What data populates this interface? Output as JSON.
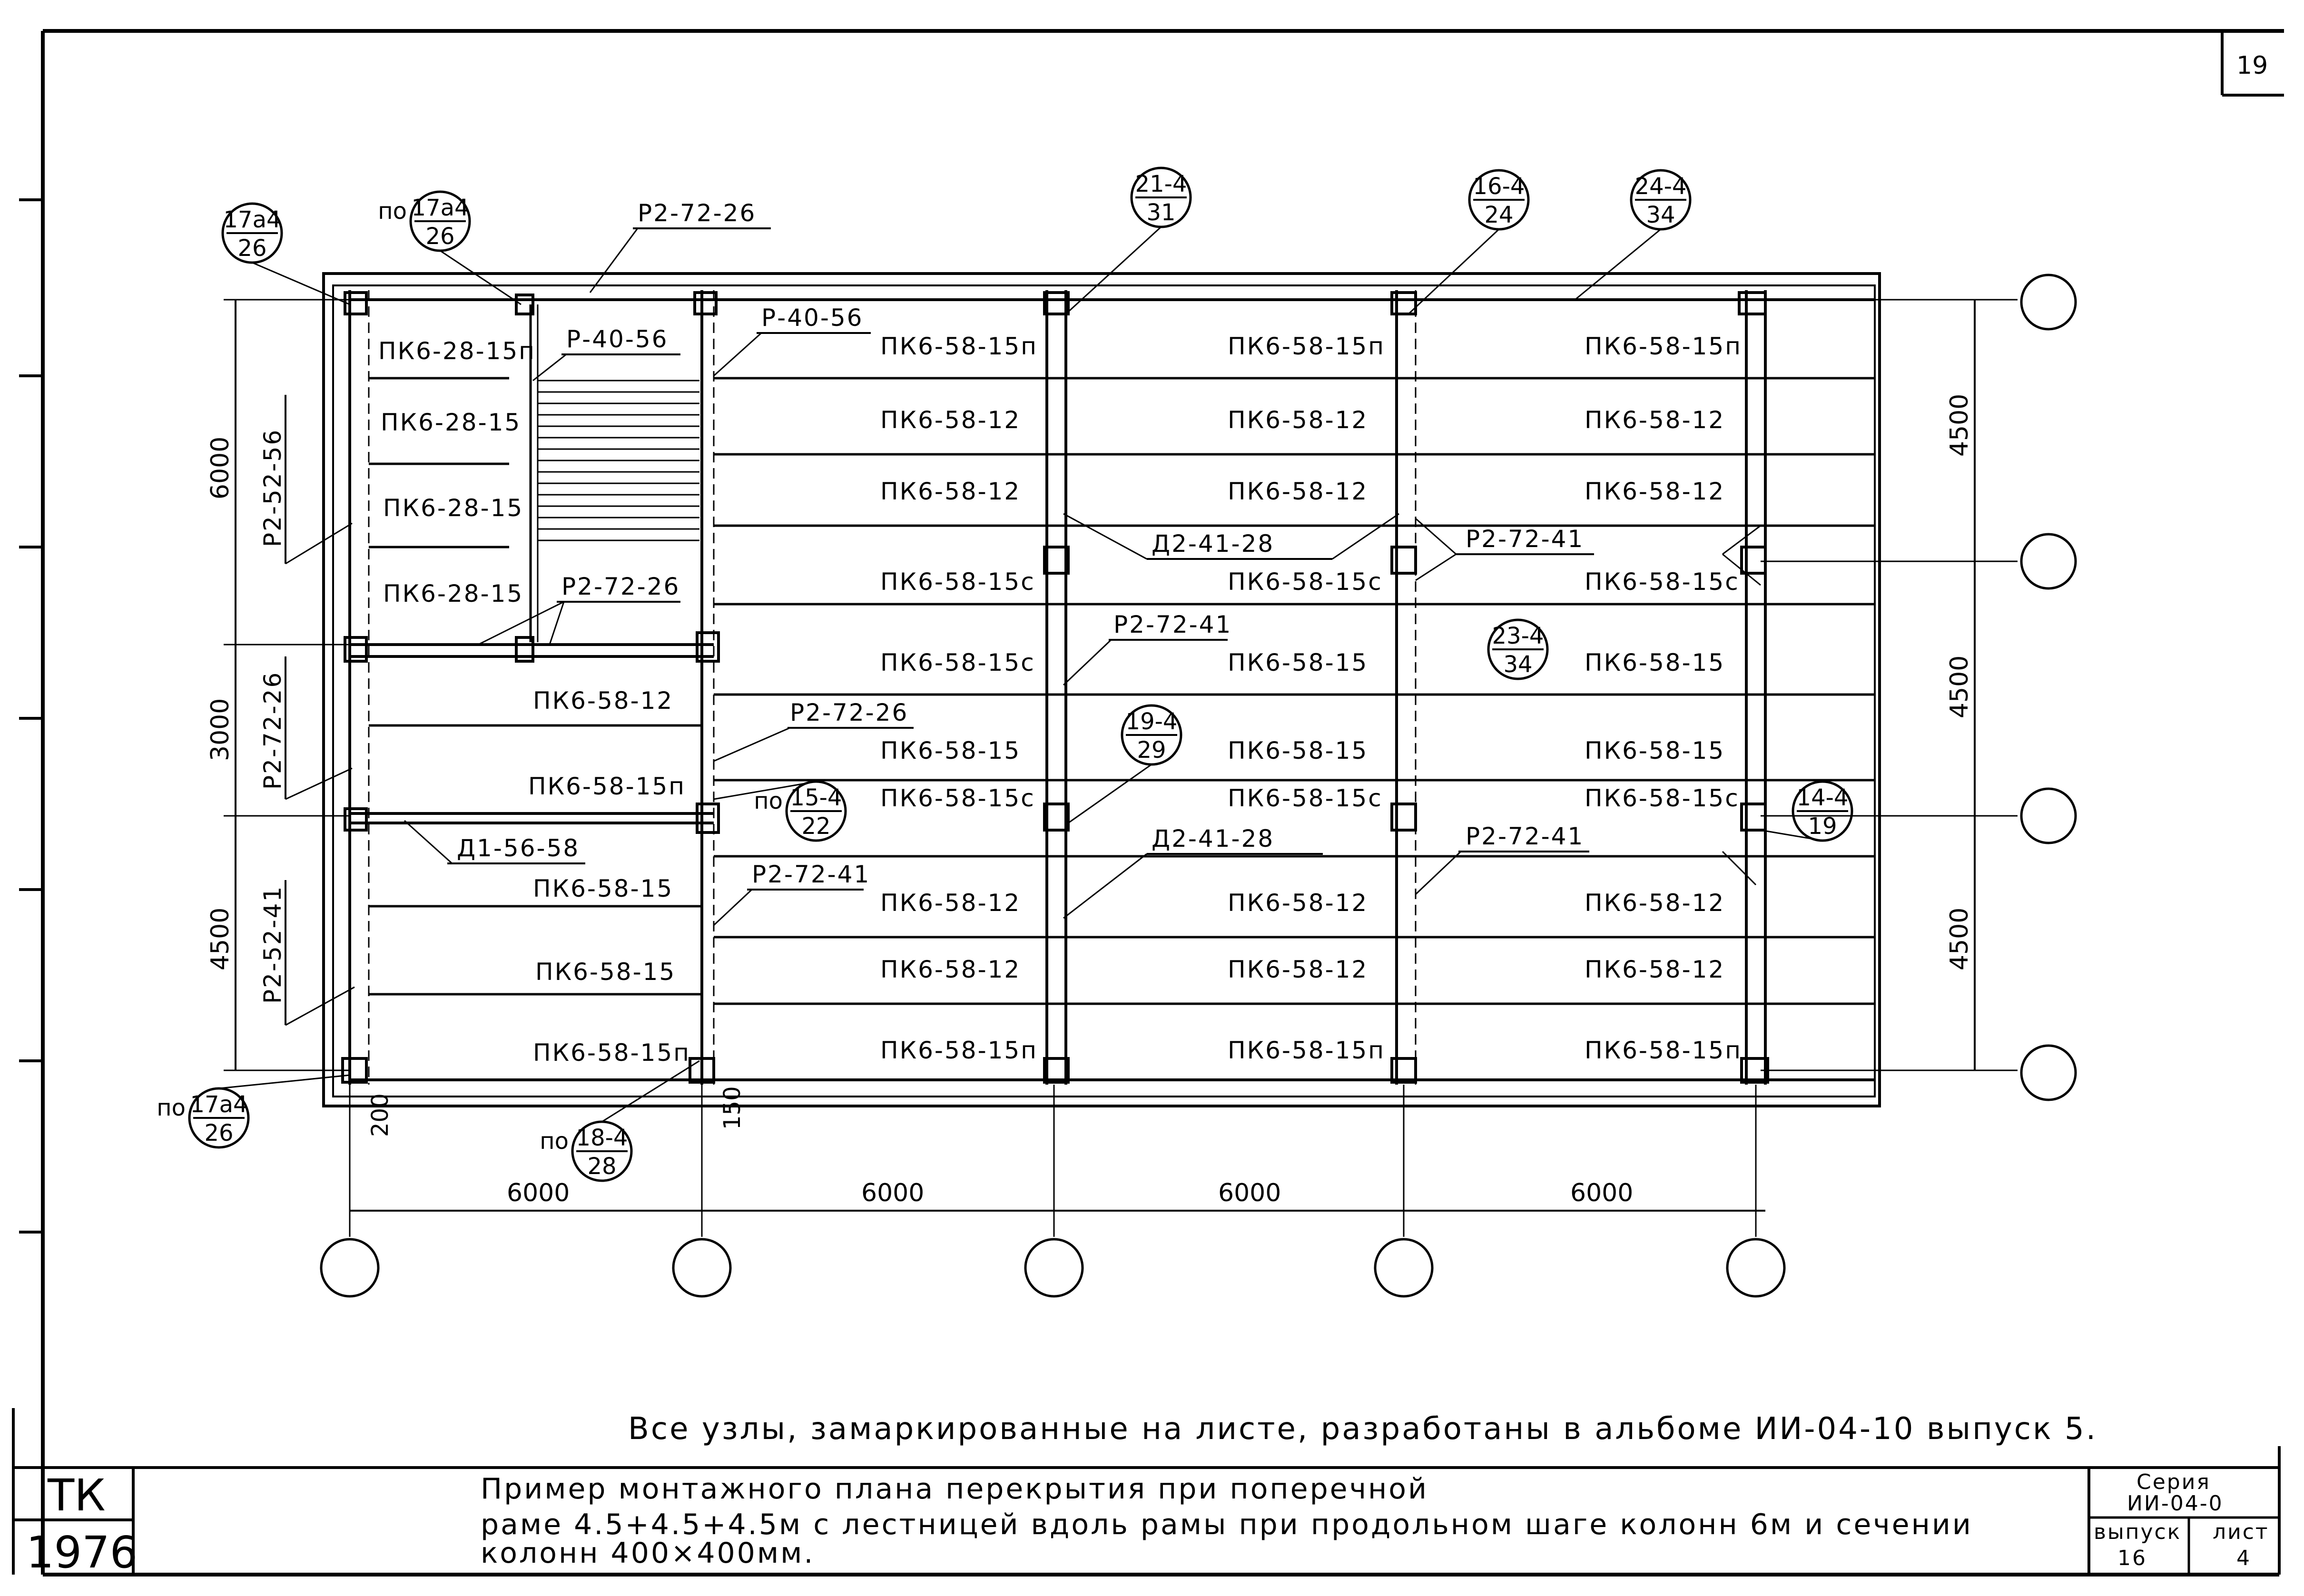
{
  "sheet_number": "19",
  "plan": {
    "slabs_left_upper": [
      "ПК6-28-15п",
      "ПК6-28-15",
      "ПК6-28-15",
      "ПК6-28-15"
    ],
    "slabs_left_lower": [
      "ПК6-58-12",
      "ПК6-58-15п",
      "ПК6-58-15",
      "ПК6-58-15",
      "ПК6-58-15п"
    ],
    "slabs_col2": [
      "ПК6-58-15п",
      "ПК6-58-12",
      "ПК6-58-12",
      "ПК6-58-15с",
      "ПК6-58-15с",
      "ПК6-58-15",
      "ПК6-58-15с",
      "ПК6-58-12",
      "ПК6-58-12",
      "ПК6-58-15п"
    ],
    "slabs_col3": [
      "ПК6-58-15п",
      "ПК6-58-12",
      "ПК6-58-12",
      "ПК6-58-15с",
      "ПК6-58-15",
      "ПК6-58-15",
      "ПК6-58-15с",
      "ПК6-58-12",
      "ПК6-58-12",
      "ПК6-58-15п"
    ],
    "slabs_col4": [
      "ПК6-58-15п",
      "ПК6-58-12",
      "ПК6-58-12",
      "ПК6-58-15с",
      "ПК6-58-15",
      "ПК6-58-15",
      "ПК6-58-15с",
      "ПК6-58-12",
      "ПК6-58-12",
      "ПК6-58-15п"
    ],
    "beams": {
      "top_stair": "Р2-72-26",
      "stair_p1": "Р-40-56",
      "stair_p2": "Р-40-56",
      "landing": "Р2-72-26",
      "left_upper": "Р2-52-56",
      "left_mid": "Р2-72-26",
      "left_lower": "Р2-52-41",
      "mid_left": "Р2-72-26",
      "lower_left": "Р2-72-41",
      "d_upper": "Д2-41-28",
      "r_upper": "Р2-72-41",
      "r_col2": "Р2-72-41",
      "d_lower": "Д2-41-28",
      "r_lower": "Р2-72-41",
      "a_beam": "Д1-56-58"
    },
    "nodes": {
      "n1": {
        "top": "17а4",
        "bottom": "26"
      },
      "n2": {
        "prefix": "по",
        "top": "17а4",
        "bottom": "26"
      },
      "n3": {
        "top": "21-4",
        "bottom": "31"
      },
      "n4": {
        "top": "16-4",
        "bottom": "24"
      },
      "n5": {
        "top": "24-4",
        "bottom": "34"
      },
      "n6": {
        "top": "23-4",
        "bottom": "34"
      },
      "n7": {
        "top": "19-4",
        "bottom": "29"
      },
      "n8": {
        "prefix": "по",
        "top": "15-4",
        "bottom": "22"
      },
      "n9": {
        "top": "14-4",
        "bottom": "19"
      },
      "n10": {
        "prefix": "по",
        "top": "17а4",
        "bottom": "26"
      },
      "n11": {
        "prefix": "по",
        "top": "18-4",
        "bottom": "28"
      }
    },
    "dims_left": [
      "6000",
      "3000",
      "4500"
    ],
    "dims_right": [
      "4500",
      "4500",
      "4500"
    ],
    "dims_bottom": [
      "6000",
      "6000",
      "6000",
      "6000"
    ],
    "small_dims": [
      "200",
      "150"
    ]
  },
  "note": "Все узлы, замаркированные на листе, разработаны в альбоме ИИ-04-10 выпуск 5.",
  "title_block": {
    "org": "ТК",
    "year": "1976",
    "title_line1": "Пример монтажного плана перекрытия при поперечной",
    "title_line2": "раме 4.5+4.5+4.5м с лестницей вдоль рамы при продольном шаге колонн 6м и сечении",
    "title_line3": "колонн 400×400мм.",
    "series_label": "Серия",
    "series_value": "ИИ-04-0",
    "issue_label": "выпуск",
    "issue_value": "16",
    "sheet_label": "лист",
    "sheet_value": "4"
  }
}
